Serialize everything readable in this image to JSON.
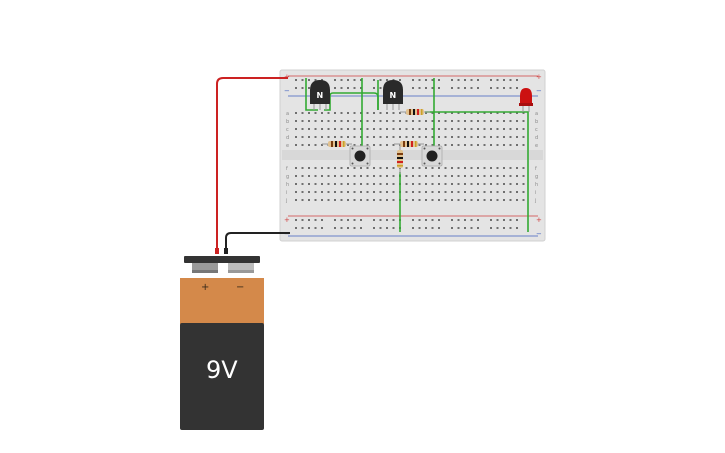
{
  "battery": {
    "voltage_label": "9V",
    "plus_label": "+",
    "minus_label": "−"
  },
  "breadboard": {
    "row_letters_top": [
      "a",
      "b",
      "c",
      "d",
      "e"
    ],
    "row_letters_bottom": [
      "f",
      "g",
      "h",
      "i",
      "j"
    ],
    "plus_label": "+",
    "minus_label": "−"
  },
  "transistors": [
    {
      "label": "N"
    },
    {
      "label": "N"
    }
  ],
  "colors": {
    "wire_red": "#cc2222",
    "wire_black": "#222222",
    "wire_green": "#33aa33",
    "board": "#e6e6e6",
    "battery_top": "#d4894a",
    "battery_body": "#333333",
    "led": "#cc1111",
    "rail_red": "#d04040",
    "rail_blue": "#4060c0"
  }
}
